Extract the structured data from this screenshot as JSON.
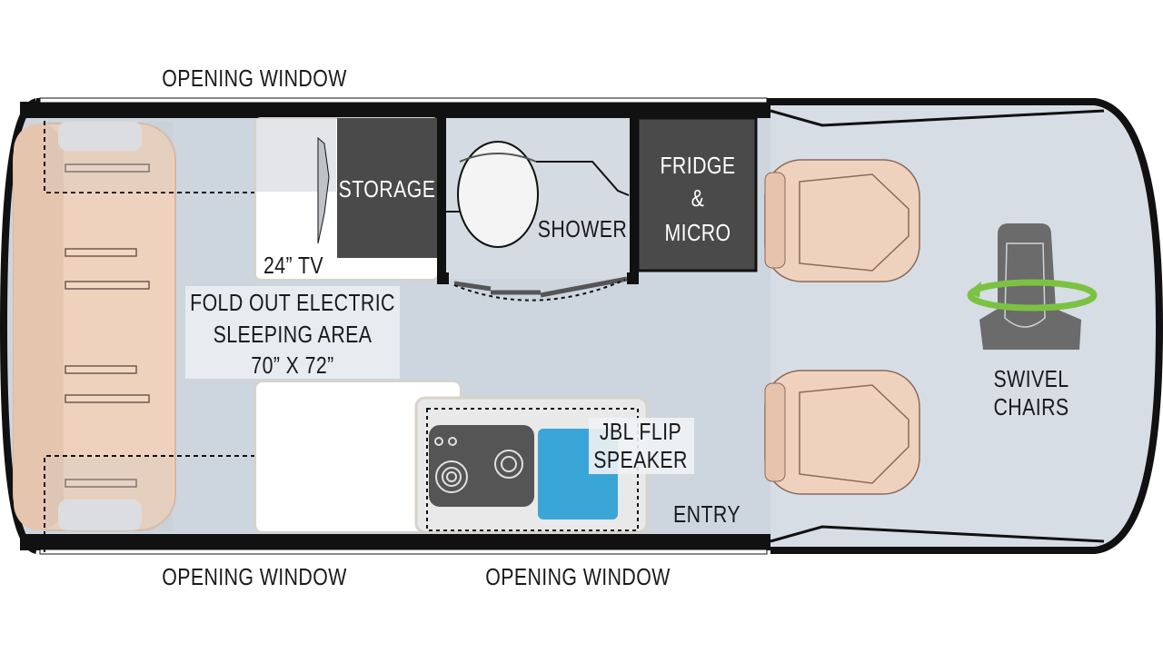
{
  "labels": {
    "window_top": "OPENING WINDOW",
    "window_bottom_left": "OPENING WINDOW",
    "window_bottom_right": "OPENING WINDOW",
    "storage": "STORAGE",
    "tv": "24” TV",
    "sleeping": [
      "FOLD OUT ELECTRIC",
      "SLEEPING AREA",
      "70” X 72”"
    ],
    "shower": "SHOWER",
    "fridge": [
      "FRIDGE",
      "&",
      "MICRO"
    ],
    "swivel": [
      "SWIVEL",
      "CHAIRS"
    ],
    "speaker": [
      "JBL FLIP",
      "SPEAKER"
    ],
    "entry": "ENTRY"
  },
  "colors": {
    "floor": "#cdd5de",
    "wall": "#111111",
    "cabinet_dark": "#4a4a4a",
    "upholstery": "#efd2bd",
    "sink": "#3aa6d8",
    "swivel_arrow": "#7cc242"
  }
}
